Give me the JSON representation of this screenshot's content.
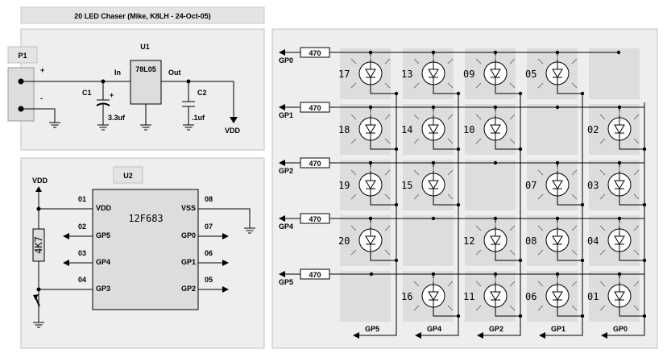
{
  "title": "20 LED Chaser (Mike, K8LH - 24-Oct-05)",
  "power": {
    "connector": "P1",
    "plus": "+",
    "minus": "-",
    "c1": "C1",
    "c1_plus": "+",
    "c1_value": "3.3uf",
    "regulator_ref": "U1",
    "regulator_part": "78L05",
    "pin_in": "In",
    "pin_out": "Out",
    "c2": "C2",
    "c2_value": ".1uf",
    "vdd": "VDD"
  },
  "mcu": {
    "ref": "U2",
    "part": "12F683",
    "vdd_label": "VDD",
    "resistor": "4K7",
    "left_pins": [
      {
        "num": "01",
        "name": "VDD"
      },
      {
        "num": "02",
        "name": "GP5"
      },
      {
        "num": "03",
        "name": "GP4"
      },
      {
        "num": "04",
        "name": "GP3"
      }
    ],
    "right_pins": [
      {
        "num": "08",
        "name": "VSS"
      },
      {
        "num": "07",
        "name": "GP0"
      },
      {
        "num": "06",
        "name": "GP1"
      },
      {
        "num": "05",
        "name": "GP2"
      }
    ]
  },
  "matrix": {
    "resistor_value": "470",
    "rows": [
      "GP0",
      "GP1",
      "GP2",
      "GP4",
      "GP5"
    ],
    "columns": [
      "GP5",
      "GP4",
      "GP2",
      "GP1",
      "GP0"
    ],
    "leds": [
      [
        "17",
        "13",
        "09",
        "05",
        ""
      ],
      [
        "18",
        "14",
        "10",
        "",
        "02"
      ],
      [
        "19",
        "15",
        "",
        "07",
        "03"
      ],
      [
        "20",
        "",
        "12",
        "08",
        "04"
      ],
      [
        "",
        "16",
        "11",
        "06",
        "01"
      ]
    ]
  }
}
